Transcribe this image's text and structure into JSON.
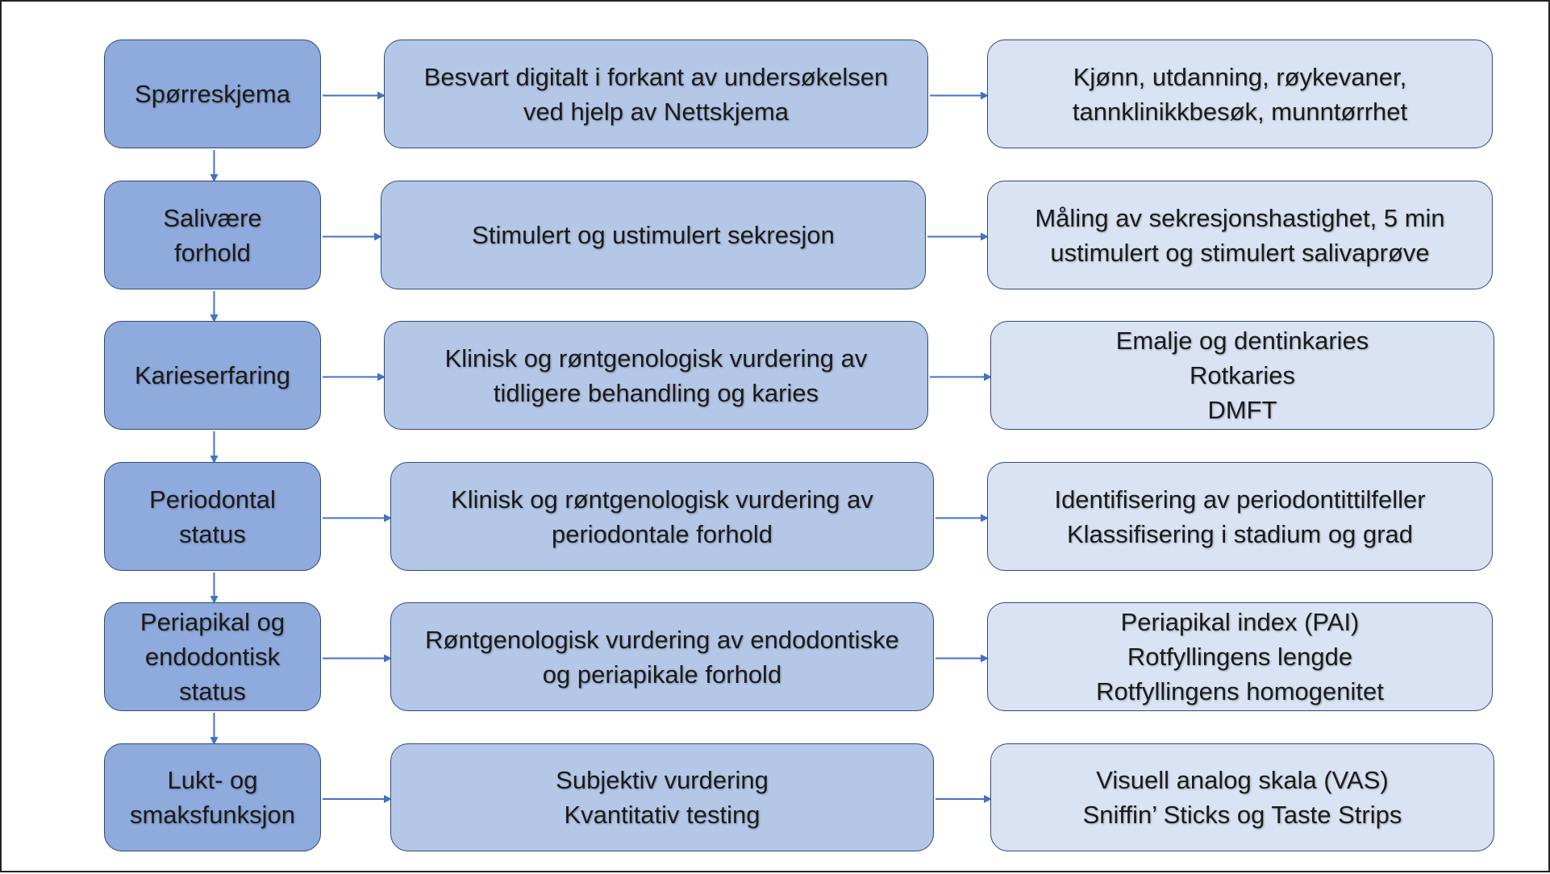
{
  "colors": {
    "stage_fill": "#8faadc",
    "method_fill": "#b4c7e7",
    "result_fill": "#dae3f3",
    "border": "#2f4a78",
    "arrow": "#4472c4"
  },
  "rows": [
    {
      "stage": "Spørreskjema",
      "method": "Besvart digitalt i forkant av undersøkelsen\nved hjelp av Nettskjema",
      "result": "Kjønn, utdanning, røykevaner,\ntannklinikkbesøk, munntørrhet"
    },
    {
      "stage": "Salivære\nforhold",
      "method": "Stimulert og ustimulert sekresjon",
      "result": "Måling av sekresjonshastighet, 5 min\nustimulert og stimulert salivaprøve"
    },
    {
      "stage": "Karieserfaring",
      "method": "Klinisk og røntgenologisk vurdering av\ntidligere behandling og karies",
      "result": "Emalje og dentinkaries\nRotkaries\nDMFT"
    },
    {
      "stage": "Periodontal\nstatus",
      "method": "Klinisk og røntgenologisk vurdering av\nperiodontale forhold",
      "result": "Identifisering av periodontittilfeller\nKlassifisering i stadium og grad"
    },
    {
      "stage": "Periapikal og\nendodontisk\nstatus",
      "method": "Røntgenologisk vurdering av endodontiske\nog periapikale forhold",
      "result": "Periapikal index (PAI)\nRotfyllingens lengde\nRotfyllingens homogenitet"
    },
    {
      "stage": "Lukt- og\nsmaksfunksjon",
      "method": "Subjektiv vurdering\nKvantitativ testing",
      "result": "Visuell analog skala (VAS)\nSniffin’ Sticks og Taste Strips"
    }
  ]
}
